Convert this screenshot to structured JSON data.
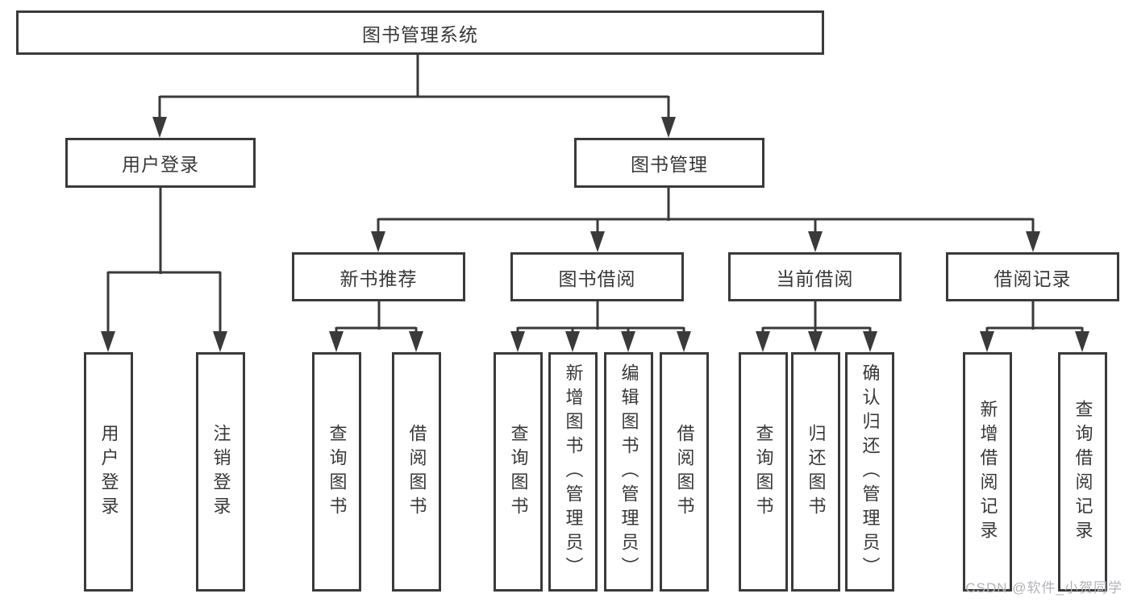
{
  "diagram": {
    "title": "图书管理系统",
    "watermark": "CSDN @软件_小贺同学",
    "colors": {
      "line": "#3a3a3a",
      "text": "#383838",
      "watermark": "#b3b3b9",
      "background": "#ffffff"
    },
    "tree": {
      "label": "图书管理系统",
      "children": [
        {
          "label": "用户登录",
          "children": [
            {
              "label": "用户登录"
            },
            {
              "label": "注销登录"
            }
          ]
        },
        {
          "label": "图书管理",
          "children": [
            {
              "label": "新书推荐",
              "children": [
                {
                  "label": "查询图书"
                },
                {
                  "label": "借阅图书"
                }
              ]
            },
            {
              "label": "图书借阅",
              "children": [
                {
                  "label": "查询图书"
                },
                {
                  "label": "新增图书（管理员）"
                },
                {
                  "label": "编辑图书（管理员）"
                },
                {
                  "label": "借阅图书"
                }
              ]
            },
            {
              "label": "当前借阅",
              "children": [
                {
                  "label": "查询图书"
                },
                {
                  "label": "归还图书"
                },
                {
                  "label": "确认归还（管理员）"
                }
              ]
            },
            {
              "label": "借阅记录",
              "children": [
                {
                  "label": "新增借阅记录"
                },
                {
                  "label": "查询借阅记录"
                }
              ]
            }
          ]
        }
      ]
    }
  }
}
